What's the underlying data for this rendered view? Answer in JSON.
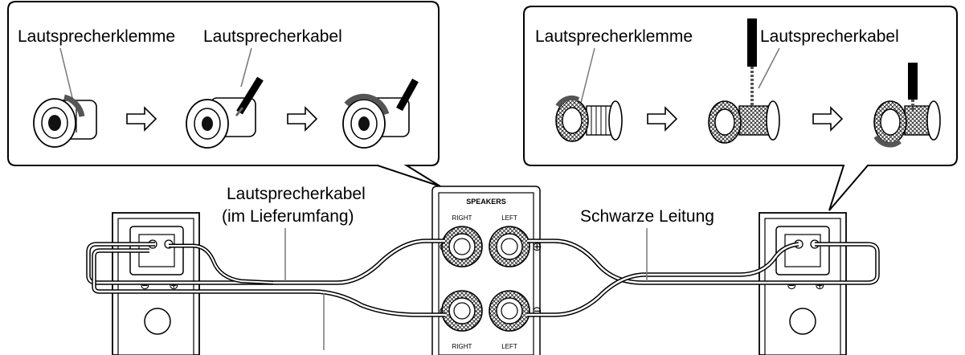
{
  "callout_left": {
    "terminal_label": "Lautsprecherklemme",
    "cable_label": "Lautsprecherkabel"
  },
  "callout_right": {
    "terminal_label": "Lautsprecherklemme",
    "cable_label": "Lautsprecherkabel"
  },
  "wiring": {
    "cable_label_line1": "Lautsprecherkabel",
    "cable_label_line2": "(im Lieferumfang)",
    "black_wire_label": "Schwarze Leitung"
  },
  "panel": {
    "title": "SPEAKERS",
    "right_top": "RIGHT",
    "left_top": "LEFT",
    "right_bottom": "RIGHT",
    "left_bottom": "LEFT",
    "plus": "⊕",
    "minus": "⊖"
  },
  "speaker_left": {
    "minus": "⊖",
    "plus": "⊕"
  },
  "speaker_right": {
    "minus": "⊖",
    "plus": "⊕"
  },
  "icons": [
    "arrow-right-icon",
    "binding-post-icon",
    "screw-terminal-icon",
    "speaker-cabinet-icon"
  ]
}
